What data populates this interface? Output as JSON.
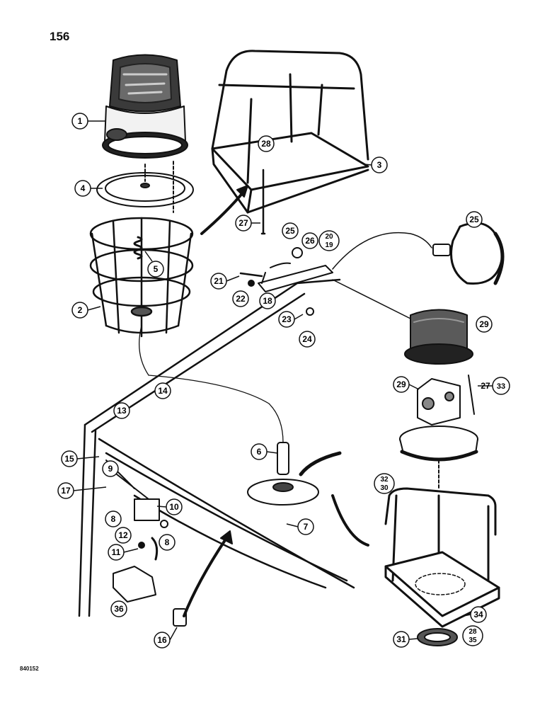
{
  "page": {
    "number": "156",
    "code": "840152"
  },
  "callouts": {
    "c1": "1",
    "c2": "2",
    "c3": "3",
    "c4": "4",
    "c5": "5",
    "c6": "6",
    "c7": "7",
    "c8a": "8",
    "c8b": "8",
    "c9": "9",
    "c10": "10",
    "c11": "11",
    "c12": "12",
    "c13": "13",
    "c14": "14",
    "c15": "15",
    "c16": "16",
    "c17": "17",
    "c18": "18",
    "c19": "19",
    "c20": "20",
    "c21": "21",
    "c22": "22",
    "c23": "23",
    "c24": "24",
    "c25a": "25",
    "c25b": "25",
    "c26": "26",
    "c27a": "27",
    "c27b": "27",
    "c28a": "28",
    "c28b": "28",
    "c29a": "29",
    "c29b": "29",
    "c30": "30",
    "c31": "31",
    "c32": "32",
    "c33": "33",
    "c34": "34",
    "c35": "35",
    "c36": "36"
  }
}
